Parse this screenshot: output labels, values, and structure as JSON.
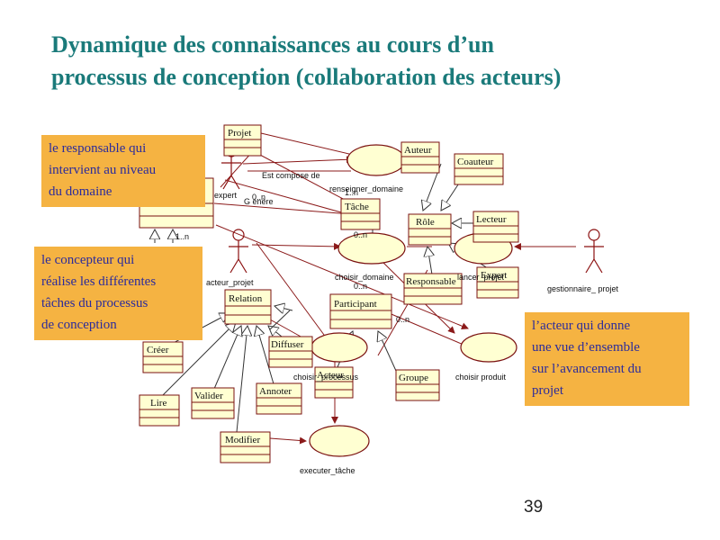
{
  "title": {
    "line1": "Dynamique des connaissances au cours d’un",
    "line2": "processus de conception (collaboration des acteurs)"
  },
  "notes": {
    "responsable": [
      "le responsable qui",
      "intervient au niveau",
      "du domaine"
    ],
    "concepteur": [
      "le concepteur qui",
      "réalise les différentes",
      "tâches du processus",
      "de conception"
    ],
    "acteur_vue": [
      "l’acteur qui donne",
      "une vue d’ensemble",
      "sur l’avancement du",
      "projet"
    ]
  },
  "page_number": "39",
  "colors": {
    "title": "#1a7a7a",
    "note_bg": "#f5b342",
    "note_text": "#2b2b9c",
    "uml_fill": "#ffffd2",
    "uml_stroke": "#7a1010",
    "link": "#8b1a1a"
  },
  "diagram": {
    "classes": [
      {
        "id": "projet",
        "label": "Projet"
      },
      {
        "id": "auteur",
        "label": "Auteur"
      },
      {
        "id": "coauteur",
        "label": "Coauteur"
      },
      {
        "id": "tache",
        "label": "Tâche"
      },
      {
        "id": "role",
        "label": "Rôle"
      },
      {
        "id": "lecteur",
        "label": "Lecteur"
      },
      {
        "id": "responsable",
        "label": "Responsable"
      },
      {
        "id": "expert",
        "label": "Expert"
      },
      {
        "id": "relation",
        "label": "Relation"
      },
      {
        "id": "participant",
        "label": "Participant"
      },
      {
        "id": "diffuser",
        "label": "Diffuser"
      },
      {
        "id": "creer",
        "label": "Créer"
      },
      {
        "id": "lire",
        "label": "Lire"
      },
      {
        "id": "valider",
        "label": "Valider"
      },
      {
        "id": "annoter",
        "label": "Annoter"
      },
      {
        "id": "acteur",
        "label": "Acteur"
      },
      {
        "id": "groupe",
        "label": "Groupe"
      },
      {
        "id": "modifier",
        "label": "Modifier"
      }
    ],
    "actors": [
      {
        "id": "expert",
        "label": "expert"
      },
      {
        "id": "acteur_projet",
        "label": "acteur_projet"
      },
      {
        "id": "gestionnaire",
        "label": "gestionnaire_ projet"
      }
    ],
    "usecases": [
      {
        "id": "renseigner",
        "label": "renseigner_domaine"
      },
      {
        "id": "choisir_domaine",
        "label": "choisir_domaine"
      },
      {
        "id": "lancer_projet",
        "label": "lancer_projet"
      },
      {
        "id": "choisir_processus",
        "label": "choisir_processus"
      },
      {
        "id": "choisir_produit",
        "label": "choisir produit"
      },
      {
        "id": "executer",
        "label": "executer_tâche"
      }
    ],
    "labels": {
      "compose": "Est compose de",
      "genere": "G énère",
      "m1": "1..n",
      "m2": "1..n",
      "m3": "0..n",
      "m4": "0..n",
      "m5": "0..n",
      "m6": "0..n"
    }
  }
}
